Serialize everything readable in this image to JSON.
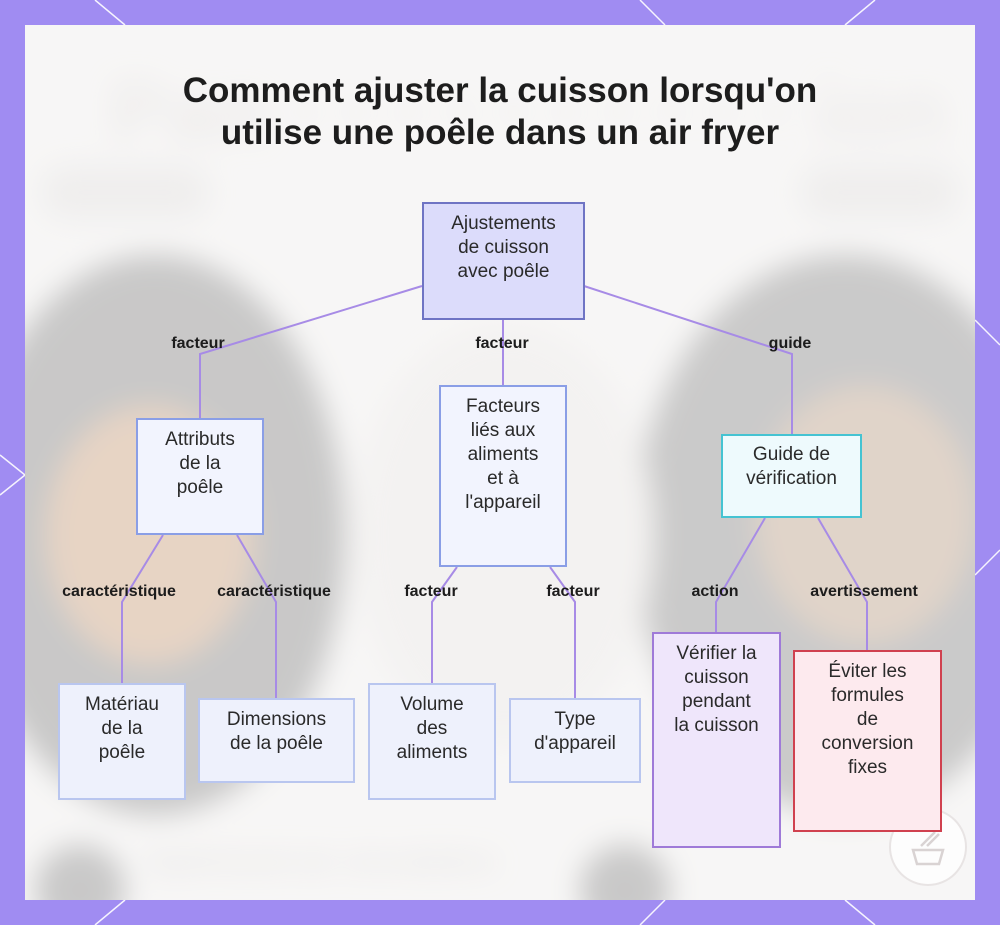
{
  "title": {
    "line1": "Comment ajuster la cuisson lorsqu'on",
    "line2": "utilise une poêle dans un air fryer"
  },
  "nodes": {
    "root": [
      "Ajustements",
      "de cuisson",
      "avec poêle"
    ],
    "attributs": [
      "Attributs",
      "de la",
      "poêle"
    ],
    "facteurs": [
      "Facteurs",
      "liés aux",
      "aliments",
      "et à",
      "l'appareil"
    ],
    "guide": [
      "Guide de",
      "vérification"
    ],
    "materiau": [
      "Matériau",
      "de la",
      "poêle"
    ],
    "dimensions": [
      "Dimensions",
      "de la poêle"
    ],
    "volume": [
      "Volume",
      "des",
      "aliments"
    ],
    "type": [
      "Type",
      "d'appareil"
    ],
    "verifier": [
      "Vérifier la",
      "cuisson",
      "pendant",
      "la cuisson"
    ],
    "eviter": [
      "Éviter les",
      "formules",
      "de",
      "conversion",
      "fixes"
    ]
  },
  "edge_labels": {
    "root_attributs": "facteur",
    "root_facteurs": "facteur",
    "root_guide": "guide",
    "attributs_materiau": "caractéristique",
    "attributs_dimensions": "caractéristique",
    "facteurs_volume": "facteur",
    "facteurs_type": "facteur",
    "guide_verifier": "action",
    "guide_eviter": "avertissement"
  },
  "colors": {
    "frame": "#a08cf2",
    "edge": "#a78be6",
    "root_fill": "#dcdcfb",
    "guide_border": "#45c3d2",
    "action_border": "#9f7ad8",
    "warning_border": "#d0414f"
  },
  "icons": {
    "logo": "cooking-pot-logo-icon"
  }
}
